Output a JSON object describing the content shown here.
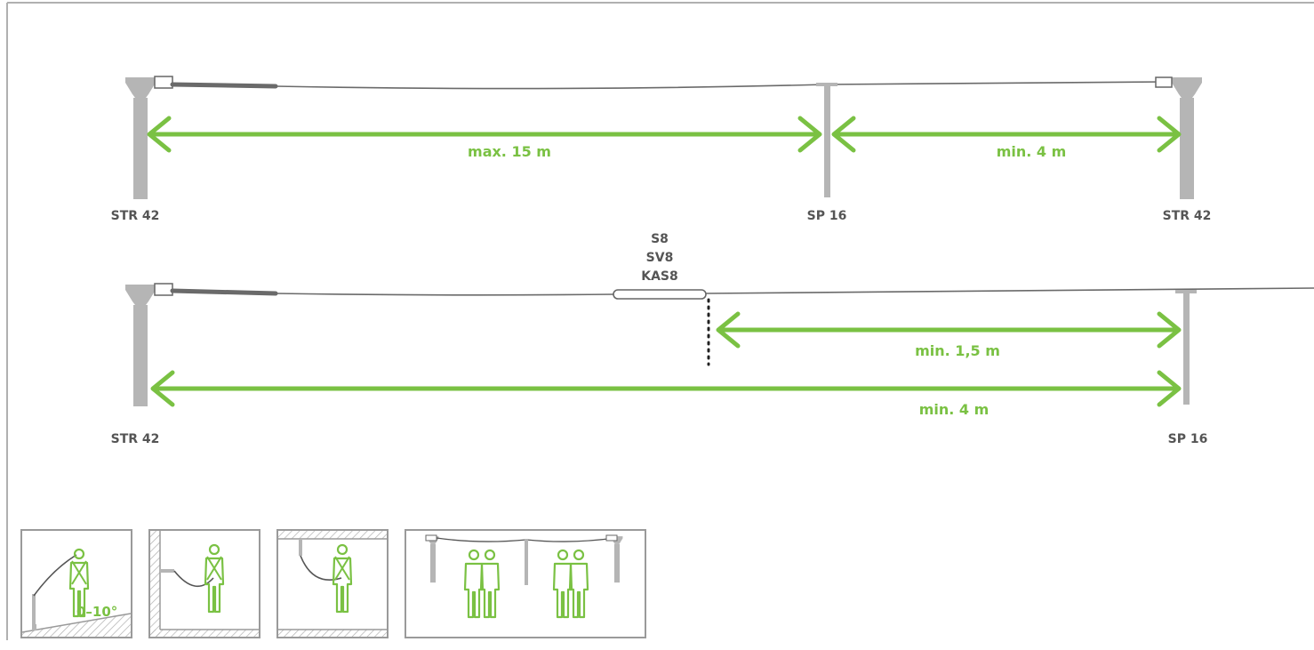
{
  "colors": {
    "green": "#7ac143",
    "post": "#b5b5b5",
    "cable": "#666666",
    "text": "#555555",
    "frame": "#9a9a9a"
  },
  "row1": {
    "post_left_label": "STR 42",
    "post_mid_label": "SP 16",
    "post_right_label": "STR 42",
    "span_left_label": "max. 15 m",
    "span_right_label": "min. 4 m"
  },
  "row2": {
    "connector_labels": [
      "S8",
      "SV8",
      "KAS8"
    ],
    "span_short_label": "min. 1,5 m",
    "span_long_label": "min. 4 m",
    "post_left_label": "STR 42",
    "post_right_label": "SP 16"
  },
  "pictograms": {
    "angle_label": "0–10°",
    "icons": [
      "sloped-floor-icon",
      "wall-anchor-icon",
      "ceiling-anchor-icon",
      "multi-user-icon"
    ]
  }
}
